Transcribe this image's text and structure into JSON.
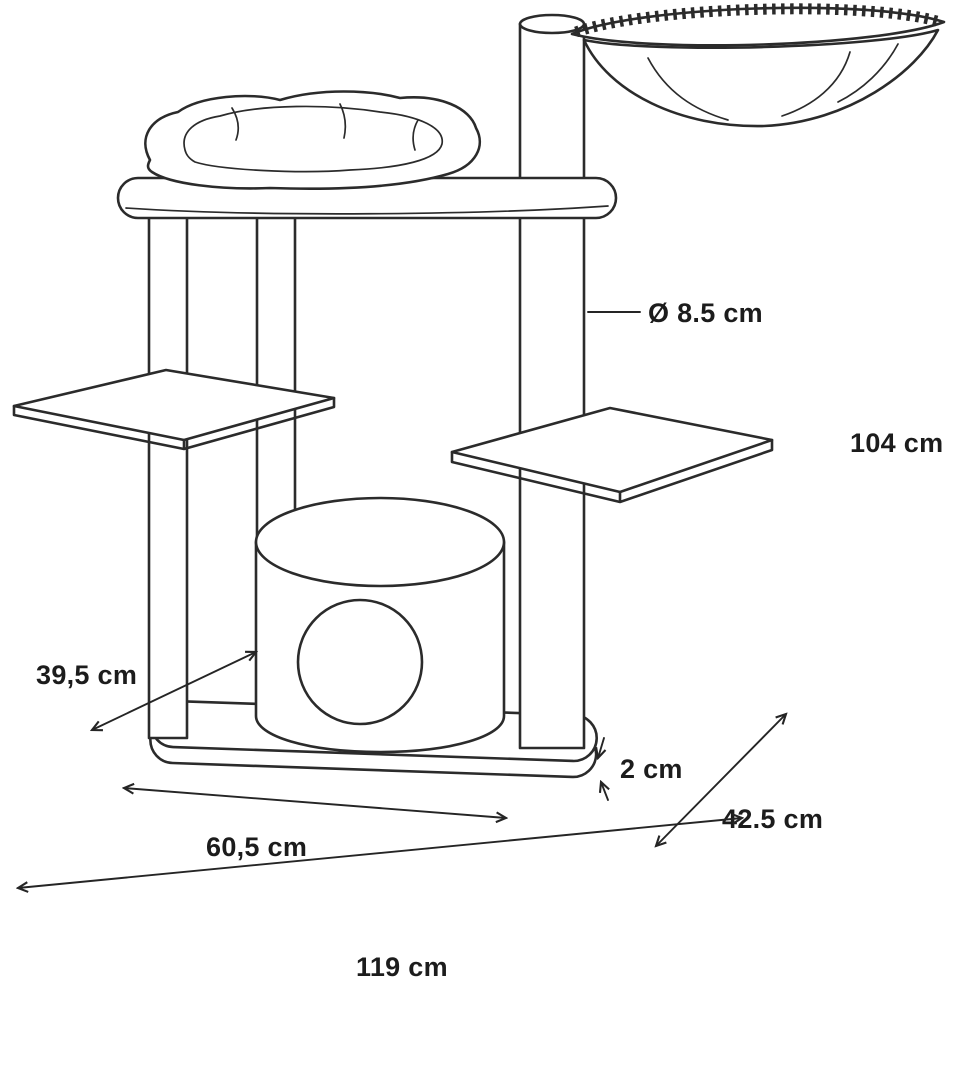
{
  "diagram": {
    "labels": {
      "post_diameter": "Ø 8.5 cm",
      "total_height": "104 cm",
      "platform_width": "39,5 cm",
      "base_thickness": "2 cm",
      "base_depth": "42.5 cm",
      "base_width": "60,5 cm",
      "total_width": "119 cm"
    },
    "colors": {
      "line": "#2b2b2b",
      "background": "#ffffff",
      "text": "#1c1c1c"
    }
  }
}
